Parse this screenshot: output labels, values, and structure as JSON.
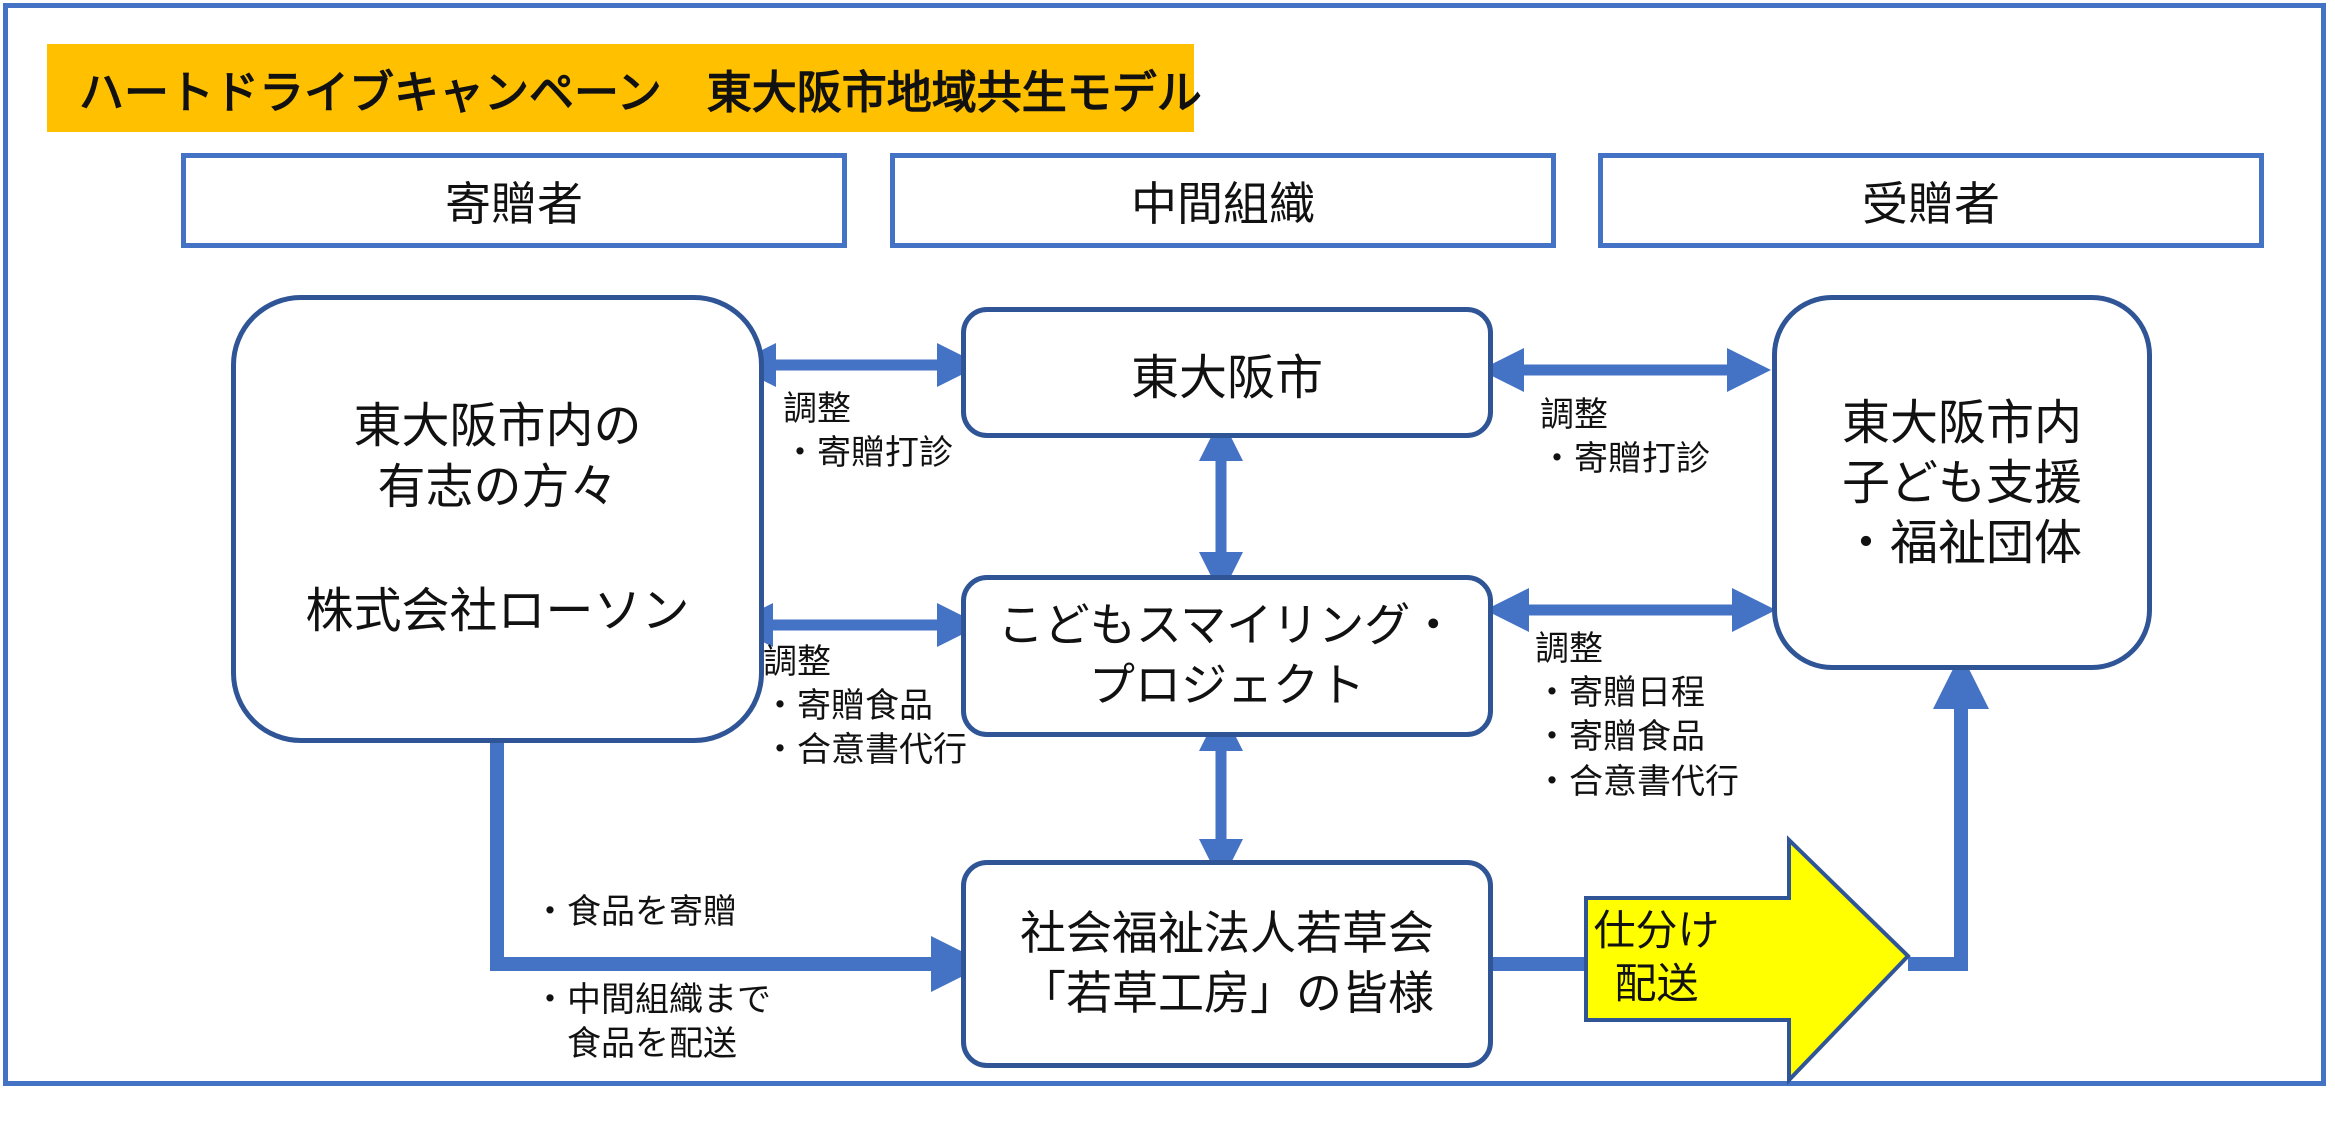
{
  "title": "ハートドライブキャンペーン　東大阪市地域共生モデル",
  "columns": {
    "donor": "寄贈者",
    "intermediary": "中間組織",
    "recipient": "受贈者"
  },
  "nodes": {
    "donors": {
      "line1": "東大阪市内の",
      "line2": "有志の方々",
      "line3": "株式会社ローソン"
    },
    "city": "東大阪市",
    "project": "こどもスマイリング・\nプロジェクト",
    "wakakusa": "社会福祉法人若草会\n「若草工房」の皆様",
    "recipients": "東大阪市内\n子ども支援\n・福祉団体"
  },
  "labels": {
    "donor_city": "調整\n・寄贈打診",
    "city_recipient": "調整\n・寄贈打診",
    "donor_project": "調整\n・寄贈食品\n・合意書代行",
    "project_recipient": "調整\n・寄贈日程\n・寄贈食品\n・合意書代行",
    "food_donation": "・食品を寄贈",
    "food_delivery": "・中間組織まで\n　食品を配送",
    "sort_deliver": "仕分け\n配送"
  },
  "colors": {
    "accent_blue": "#4472c4",
    "node_border": "#2f5597",
    "title_bg": "#ffc000",
    "big_arrow_fill": "#ffff00"
  }
}
